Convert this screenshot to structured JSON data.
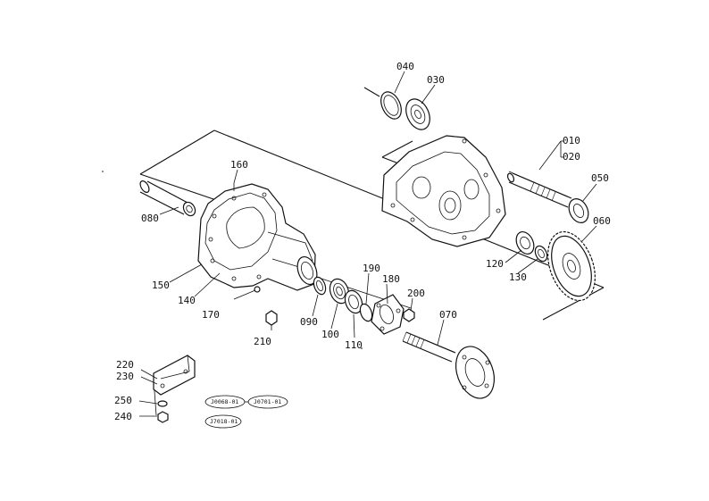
{
  "diagram": {
    "callouts": [
      {
        "id": "c010",
        "text": "010"
      },
      {
        "id": "c020",
        "text": "020"
      },
      {
        "id": "c030",
        "text": "030"
      },
      {
        "id": "c040",
        "text": "040"
      },
      {
        "id": "c050",
        "text": "050"
      },
      {
        "id": "c060",
        "text": "060"
      },
      {
        "id": "c070",
        "text": "070"
      },
      {
        "id": "c080",
        "text": "080"
      },
      {
        "id": "c090",
        "text": "090"
      },
      {
        "id": "c100",
        "text": "100"
      },
      {
        "id": "c110",
        "text": "110"
      },
      {
        "id": "c120",
        "text": "120"
      },
      {
        "id": "c130",
        "text": "130"
      },
      {
        "id": "c140",
        "text": "140"
      },
      {
        "id": "c150",
        "text": "150"
      },
      {
        "id": "c160",
        "text": "160"
      },
      {
        "id": "c170",
        "text": "170"
      },
      {
        "id": "c180",
        "text": "180"
      },
      {
        "id": "c190",
        "text": "190"
      },
      {
        "id": "c200",
        "text": "200"
      },
      {
        "id": "c210",
        "text": "210"
      },
      {
        "id": "c220",
        "text": "220"
      },
      {
        "id": "c230",
        "text": "230"
      },
      {
        "id": "c240",
        "text": "240"
      },
      {
        "id": "c250",
        "text": "250"
      }
    ],
    "references": [
      {
        "id": "r1",
        "text": "J0068-01"
      },
      {
        "id": "r2",
        "text": "J0701-01"
      },
      {
        "id": "r3",
        "text": "J7018-01"
      }
    ]
  }
}
